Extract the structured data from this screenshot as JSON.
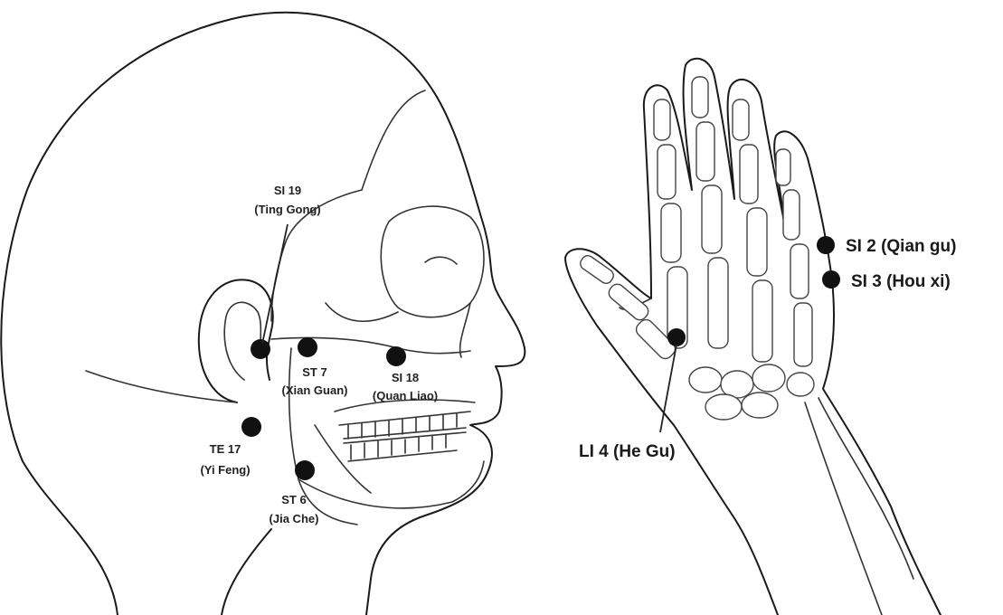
{
  "head_points": {
    "si19": {
      "code": "SI 19",
      "name": "(Ting Gong)"
    },
    "st7": {
      "code": "ST 7",
      "name": "(Xian Guan)"
    },
    "si18": {
      "code": "SI 18",
      "name": "(Quan Liao)"
    },
    "te17": {
      "code": "TE 17",
      "name": "(Yi Feng)"
    },
    "st6": {
      "code": "ST 6",
      "name": "(Jia Che)"
    }
  },
  "hand_points": {
    "si2": {
      "label": "SI 2 (Qian gu)"
    },
    "si3": {
      "label": "SI 3  (Hou xi)"
    },
    "li4": {
      "label": "LI 4 (He Gu)"
    }
  },
  "colors": {
    "ink": "#1a1a1a",
    "point": "#111111",
    "background": "#ffffff"
  }
}
